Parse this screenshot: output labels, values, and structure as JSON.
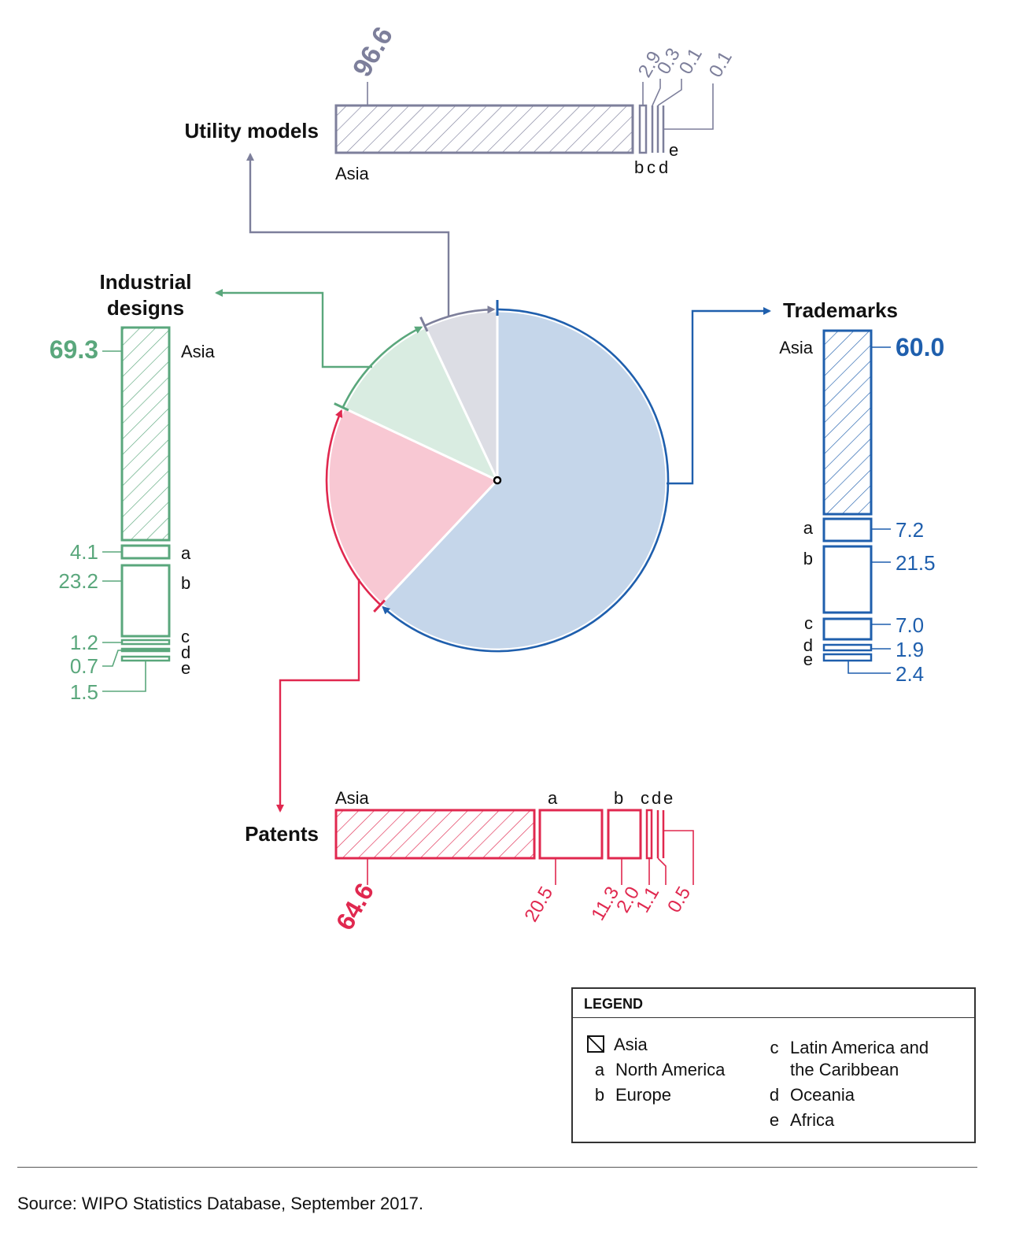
{
  "chart_data": {
    "type": "pie",
    "title": "",
    "pie": {
      "categories": [
        "Trademarks",
        "Patents",
        "Industrial designs",
        "Utility models"
      ],
      "values": [
        62,
        20,
        11,
        7
      ],
      "unit": "percent (estimated from slice angles)"
    },
    "regions": {
      "asia": "Asia",
      "a": "North America",
      "b": "Europe",
      "c": "Latin America and the Caribbean",
      "d": "Oceania",
      "e": "Africa"
    },
    "breakdowns": [
      {
        "name": "Utility models",
        "color": "#7d7f9b",
        "orientation": "horizontal",
        "segments": [
          {
            "key": "Asia",
            "value": 96.6,
            "label": "96.6"
          },
          {
            "key": "a",
            "value": 0.0,
            "label": ""
          },
          {
            "key": "b",
            "value": 2.9,
            "label": "2.9"
          },
          {
            "key": "c",
            "value": 0.3,
            "label": "0.3"
          },
          {
            "key": "d",
            "value": 0.1,
            "label": "0.1"
          },
          {
            "key": "e",
            "value": 0.1,
            "label": "0.1"
          }
        ]
      },
      {
        "name": "Industrial designs",
        "color": "#5aa77c",
        "orientation": "vertical",
        "segments": [
          {
            "key": "Asia",
            "value": 69.3,
            "label": "69.3"
          },
          {
            "key": "a",
            "value": 4.1,
            "label": "4.1"
          },
          {
            "key": "b",
            "value": 23.2,
            "label": "23.2"
          },
          {
            "key": "c",
            "value": 1.2,
            "label": "1.2"
          },
          {
            "key": "d",
            "value": 0.7,
            "label": "0.7"
          },
          {
            "key": "e",
            "value": 1.5,
            "label": "1.5"
          }
        ]
      },
      {
        "name": "Trademarks",
        "color": "#1f5fad",
        "orientation": "vertical",
        "segments": [
          {
            "key": "Asia",
            "value": 60.0,
            "label": "60.0"
          },
          {
            "key": "a",
            "value": 7.2,
            "label": "7.2"
          },
          {
            "key": "b",
            "value": 21.5,
            "label": "21.5"
          },
          {
            "key": "c",
            "value": 7.0,
            "label": "7.0"
          },
          {
            "key": "d",
            "value": 1.9,
            "label": "1.9"
          },
          {
            "key": "e",
            "value": 2.4,
            "label": "2.4"
          }
        ]
      },
      {
        "name": "Patents",
        "color": "#e0284f",
        "orientation": "horizontal",
        "segments": [
          {
            "key": "Asia",
            "value": 64.6,
            "label": "64.6"
          },
          {
            "key": "a",
            "value": 20.5,
            "label": "20.5"
          },
          {
            "key": "b",
            "value": 11.3,
            "label": "11.3"
          },
          {
            "key": "c",
            "value": 2.0,
            "label": "2.0"
          },
          {
            "key": "d",
            "value": 1.1,
            "label": "1.1"
          },
          {
            "key": "e",
            "value": 0.5,
            "label": "0.5"
          }
        ]
      }
    ]
  },
  "labels": {
    "utility_models": "Utility models",
    "industrial_designs_line1": "Industrial",
    "industrial_designs_line2": "designs",
    "trademarks": "Trademarks",
    "patents": "Patents",
    "asia": "Asia",
    "a": "a",
    "b": "b",
    "c": "c",
    "d": "d",
    "e": "e"
  },
  "colors": {
    "trademarks": "#1f5fad",
    "trademarks_fill": "#c5d6ea",
    "patents": "#e0284f",
    "patents_fill": "#f8c8d3",
    "designs": "#5aa77c",
    "designs_fill": "#d9ece1",
    "utility": "#7d7f9b",
    "utility_fill": "#dcdde4"
  },
  "legend": {
    "title": "LEGEND",
    "items": [
      {
        "key": "",
        "label": "Asia"
      },
      {
        "key": "a",
        "label": "North America"
      },
      {
        "key": "b",
        "label": "Europe"
      },
      {
        "key": "c",
        "label": "Latin America and"
      },
      {
        "key": "",
        "label": "the Caribbean"
      },
      {
        "key": "d",
        "label": "Oceania"
      },
      {
        "key": "e",
        "label": "Africa"
      }
    ]
  },
  "footer": {
    "source": "Source: WIPO Statistics Database, September 2017."
  }
}
